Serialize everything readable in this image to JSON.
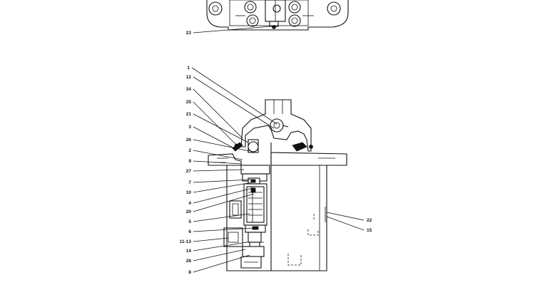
{
  "callouts": [
    {
      "id": "23",
      "text": "23"
    },
    {
      "id": "1",
      "text": "1"
    },
    {
      "id": "12",
      "text": "12"
    },
    {
      "id": "34",
      "text": "34"
    },
    {
      "id": "25",
      "text": "25"
    },
    {
      "id": "21",
      "text": "21"
    },
    {
      "id": "3",
      "text": "3"
    },
    {
      "id": "26",
      "text": "26"
    },
    {
      "id": "2",
      "text": "2"
    },
    {
      "id": "9",
      "text": "9"
    },
    {
      "id": "27",
      "text": "27"
    },
    {
      "id": "7",
      "text": "7"
    },
    {
      "id": "10",
      "text": "10"
    },
    {
      "id": "4",
      "text": "4"
    },
    {
      "id": "20",
      "text": "20"
    },
    {
      "id": "5",
      "text": "5"
    },
    {
      "id": "6",
      "text": "6"
    },
    {
      "id": "11-13",
      "text": "11-13"
    },
    {
      "id": "14",
      "text": "14"
    },
    {
      "id": "28",
      "text": "28"
    },
    {
      "id": "8",
      "text": "8"
    },
    {
      "id": "22",
      "text": "22"
    },
    {
      "id": "15",
      "text": "15"
    }
  ]
}
